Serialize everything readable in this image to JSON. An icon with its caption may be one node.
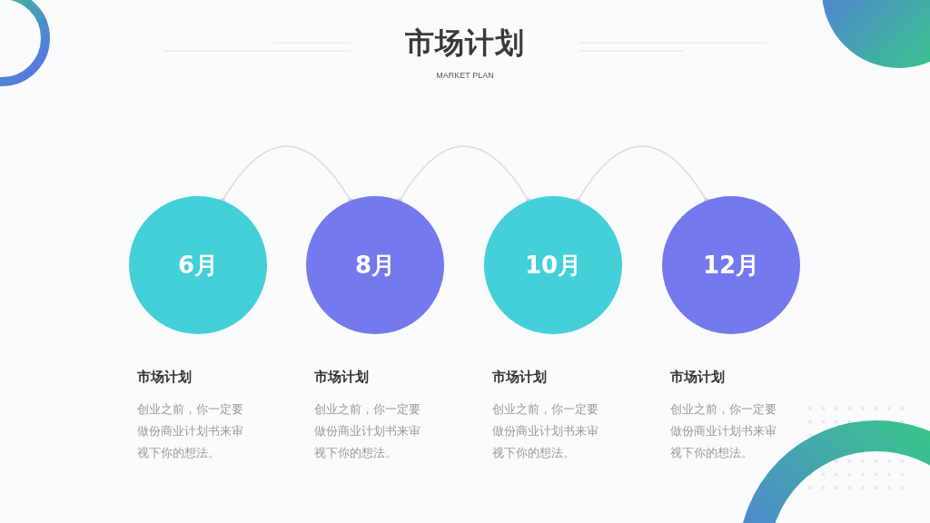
{
  "diagram": {
    "title": "市场计划",
    "nodes": [
      {
        "text": [
          "6月"
        ],
        "beside": [
          "市场计划",
          "创业之前，你一定要做份商业计划书来审视下你的想法。"
        ]
      },
      {
        "text": [
          "8月"
        ],
        "beside": [
          "市场计划",
          "创业之前，你一定要做份商业计划书来审视下你的想法。"
        ]
      },
      {
        "text": [
          "10月"
        ],
        "beside": [
          "市场计划",
          "创业之前，你一定要做份商业计划书来审视下你的想法。"
        ]
      },
      {
        "text": [
          "12月"
        ],
        "beside": [
          "市场计划",
          "创业之前，你一定要做份商业计划书来审视下你的想法。"
        ]
      }
    ],
    "edges": [
      {
        "from": 0,
        "to": 1,
        "arrow": "other"
      },
      {
        "from": 1,
        "to": 2,
        "arrow": "other"
      },
      {
        "from": 2,
        "to": 3,
        "arrow": "other"
      }
    ],
    "labels": [
      "MARKET PLAN"
    ]
  }
}
